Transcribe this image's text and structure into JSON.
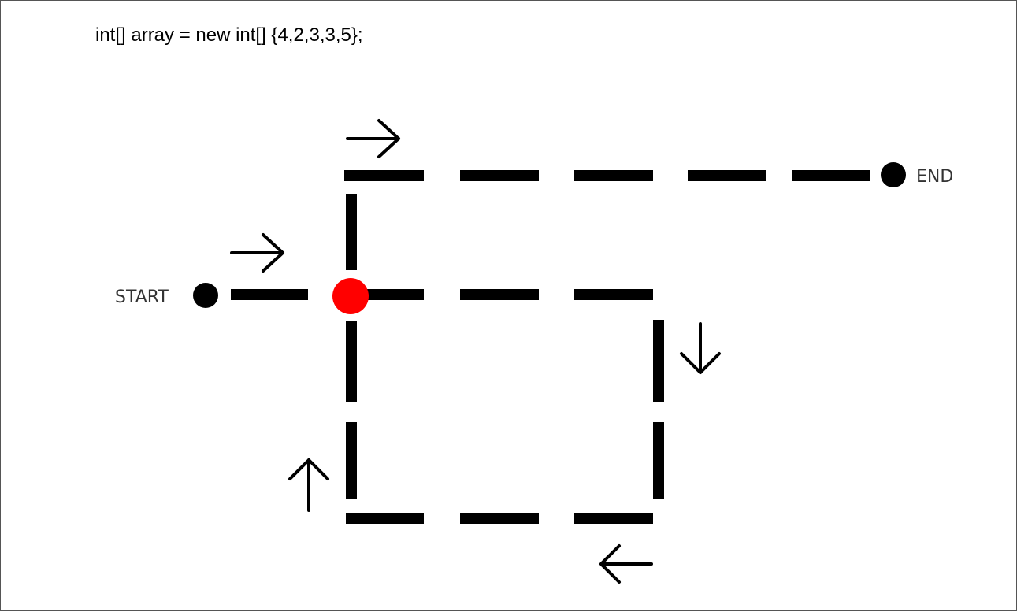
{
  "code": {
    "text": "int[] array = new int[] {4,2,3,3,5};"
  },
  "diagram": {
    "start_label": "START",
    "end_label": "END",
    "colors": {
      "path": "#000000",
      "junction": "#ff0000",
      "label": "#333333"
    },
    "icons": [
      "arrow-right",
      "arrow-right",
      "arrow-down",
      "arrow-left",
      "arrow-up"
    ]
  }
}
